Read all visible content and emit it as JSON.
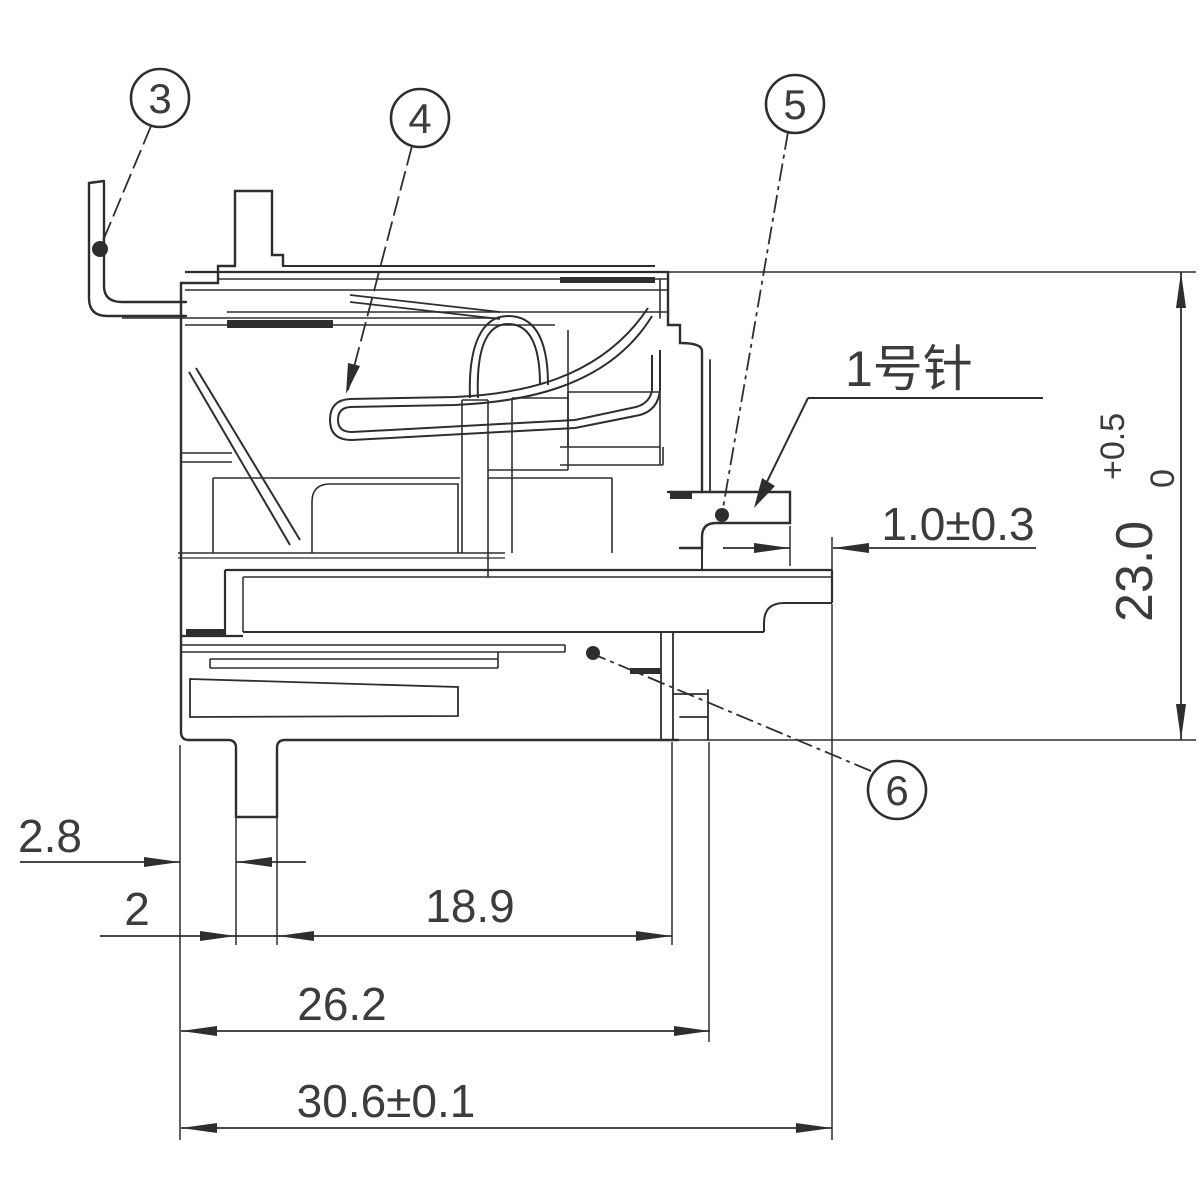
{
  "drawing": {
    "kind": "connector cross-section engineering drawing",
    "pin_label": "1号针",
    "balloons": {
      "b3": "3",
      "b4": "4",
      "b5": "5",
      "b6": "6"
    },
    "dimensions": {
      "pin_protrusion": {
        "label": "1.0±0.3"
      },
      "overall_height": {
        "value": "23.0",
        "tol_upper": "+0.5",
        "tol_lower": "0"
      },
      "bracket_offset": {
        "label": "2.8"
      },
      "leg_width": {
        "label": "2"
      },
      "body_depth": {
        "label": "18.9"
      },
      "mid_depth": {
        "label": "26.2"
      },
      "overall_depth": {
        "label": "30.6±0.1"
      }
    },
    "colors": {
      "line": "#2e2e2e",
      "text": "#3c3c3c",
      "background": "#ffffff"
    }
  }
}
